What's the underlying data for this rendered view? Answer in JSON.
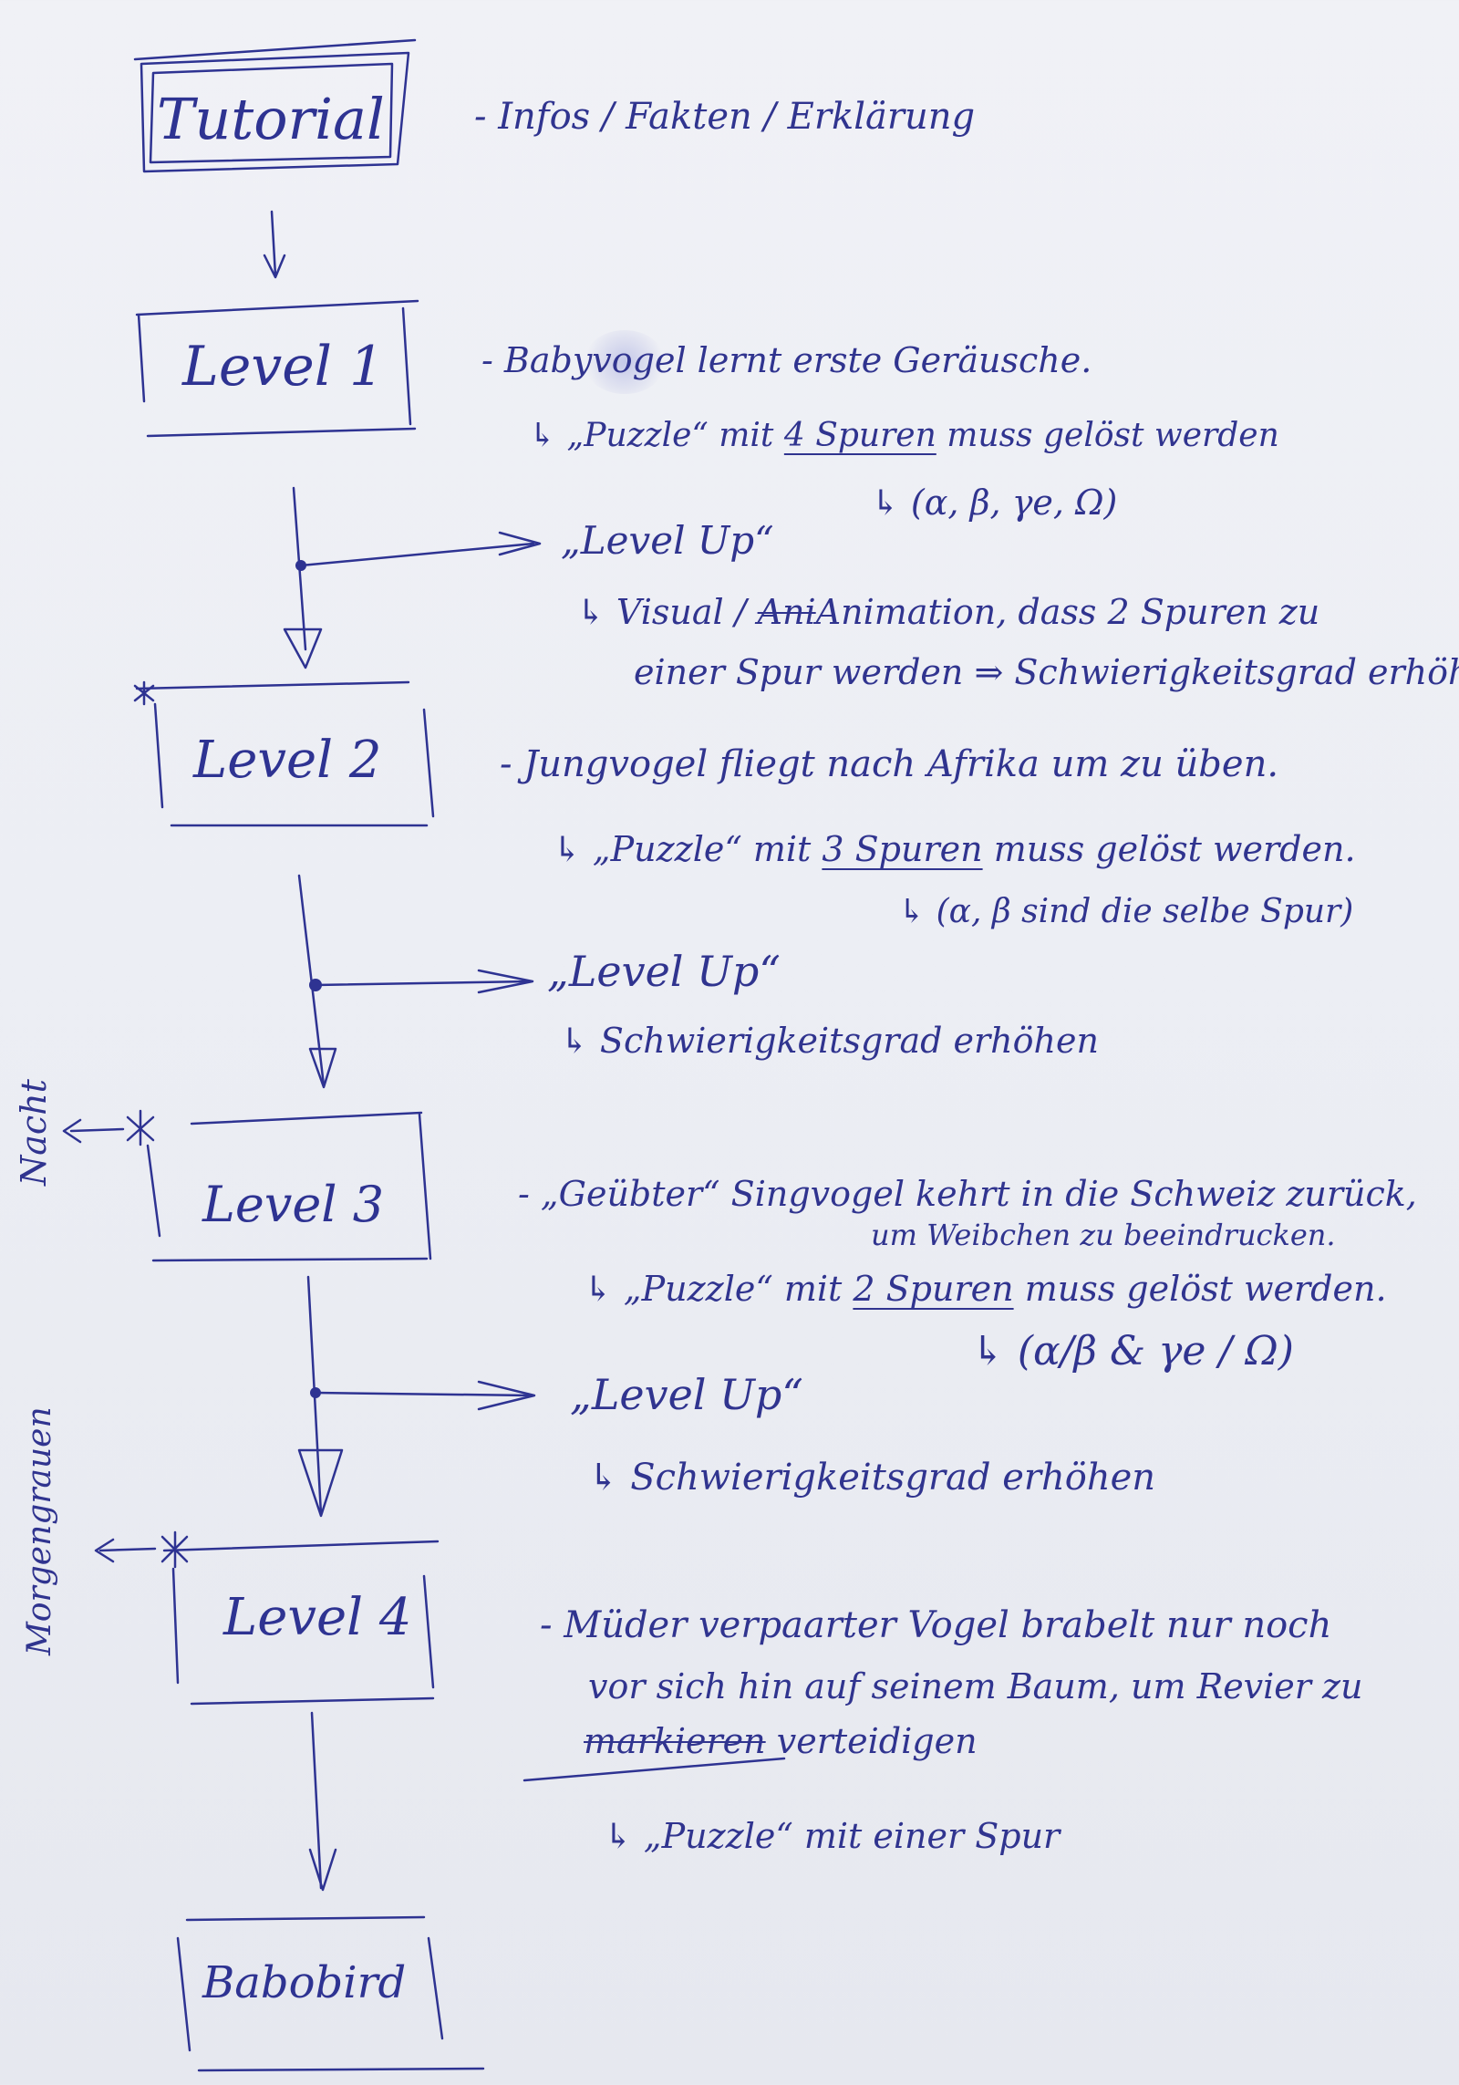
{
  "boxes": {
    "tutorial": "Tutorial",
    "level1": "Level 1",
    "level2": "Level 2",
    "level3": "Level 3",
    "level4": "Level 4",
    "babobird": "Babobird"
  },
  "notes": {
    "tutorial": "- Infos / Fakten / Erklärung",
    "level1": {
      "line1": "- Babyvogel lernt erste Geräusche.",
      "line2_pre": "↳ „Puzzle“ mit",
      "line2_under": "4 Spuren",
      "line2_post": "muss gelöst werden",
      "line3": "↳ (α, β, γe, Ω)"
    },
    "levelup1": {
      "title": "„Level Up“",
      "line1_pre": "↳ Visual /",
      "line1_strike": "Ani",
      "line1_post": "Animation, dass 2 Spuren zu",
      "line2": "einer Spur werden ⇒ Schwierigkeitsgrad erhöhen"
    },
    "level2": {
      "line1": "- Jungvogel fliegt nach Afrika um zu üben.",
      "line2_pre": "↳ „Puzzle“ mit",
      "line2_under": "3 Spuren",
      "line2_post": "muss gelöst werden.",
      "line3": "↳ (α, β sind die selbe Spur)"
    },
    "levelup2": {
      "title": "„Level Up“",
      "line1": "↳ Schwierigkeitsgrad erhöhen"
    },
    "level3": {
      "line1": "- „Geübter“ Singvogel kehrt in die Schweiz zurück,",
      "line2": "um Weibchen zu beeindrucken.",
      "line3_pre": "↳ „Puzzle“ mit",
      "line3_under": "2 Spuren",
      "line3_post": "muss gelöst werden.",
      "line4": "↳ (α/β & γe / Ω)"
    },
    "levelup3": {
      "title": "„Level Up“",
      "line1": "↳ Schwierigkeitsgrad erhöhen"
    },
    "level4": {
      "line1": "- Müder verpaarter Vogel brabelt nur noch",
      "line2": "vor sich hin auf seinem Baum, um Revier zu",
      "line3_strike": "markieren",
      "line3_post": "verteidigen",
      "line4": "↳ „Puzzle“ mit einer Spur"
    }
  },
  "side_labels": {
    "nacht": "Nacht",
    "morgengrauen": "Morgengrauen"
  }
}
